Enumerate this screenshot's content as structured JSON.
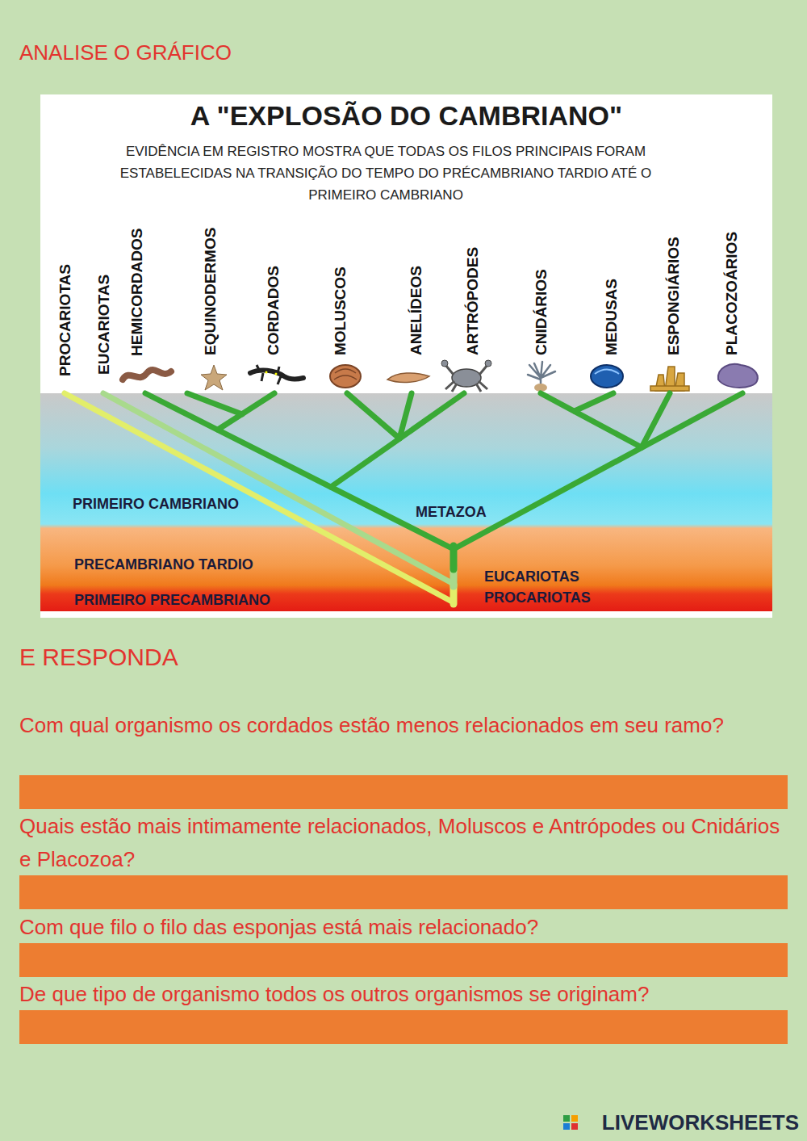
{
  "diagram": {
    "title": "A \"EXPLOSÃO DO CAMBRIANO\"",
    "labels": [
      "ANALISE O GRÁFICO",
      "EVIDÊNCIA EM REGISTRO MOSTRA QUE TODAS OS FILOS PRINCIPAIS FORAM ESTABELECIDAS NA TRANSIÇÃO DO TEMPO DO PRÉCAMBRIANO TARDIO ATÉ O PRIMEIRO CAMBRIANO",
      "PROCARIOTAS",
      "EUCARIOTAS",
      "HEMICORDADOS",
      "EQUINODERMOS",
      "CORDADOS",
      "MOLUSCOS",
      "ANELÍDEOS",
      "ARTRÓPODES",
      "CNIDÁRIOS",
      "MEDUSAS",
      "ESPONGIÁRIOS",
      "PLACOZOÁRIOS",
      "PRIMEIRO CAMBRIANO",
      "METAZOA",
      "PRECAMBRIANO TARDIO",
      "EUCARIOTAS",
      "PRIMEIRO PRECAMBRIANO",
      "PROCARIOTAS",
      "E RESPONDA",
      "Com qual organismo os cordados estão menos relacionados em seu ramo?",
      "Quais estão mais intimamente relacionados, Moluscos e Antrópodes ou Cnidários e Placozoa?",
      "Com que filo o filo das esponjas está mais relacionado?",
      "De que tipo de organismo todos os outros organismos se originam?",
      "LIVEWORKSHEETS"
    ]
  }
}
